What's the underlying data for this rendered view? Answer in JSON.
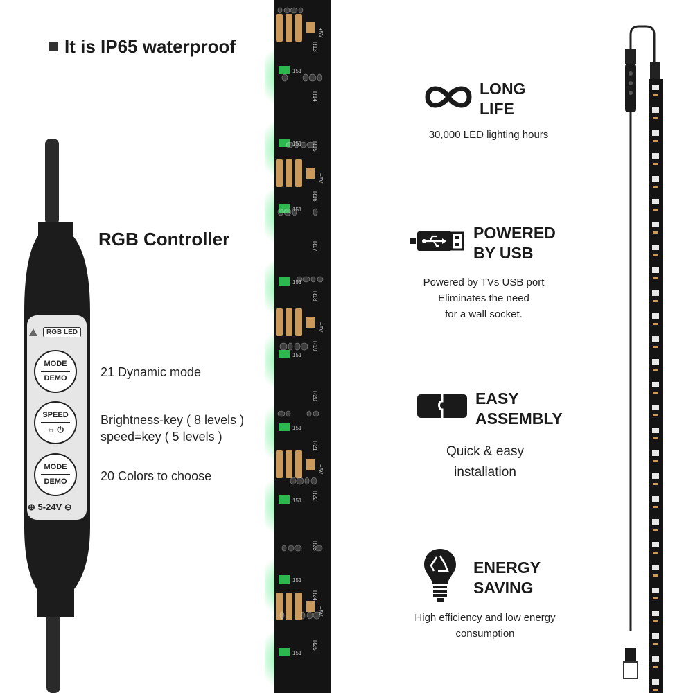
{
  "headline": "It is IP65 waterproof",
  "controller": {
    "title": "RGB Controller",
    "label": "RGB LED",
    "button_top_line1": "MODE",
    "button_top_line2": "DEMO",
    "button_mid_line1": "SPEED",
    "button_bot_line1": "MODE",
    "button_bot_line2": "DEMO",
    "voltage": "5-24V",
    "features": {
      "dynamic": "21 Dynamic mode",
      "brightness": "Brightness-key ( 8 levels )",
      "speed": "speed=key ( 5 levels )",
      "colors": "20 Colors to choose"
    }
  },
  "features": [
    {
      "title_1": "LONG",
      "title_2": "LIFE",
      "desc": "30,000 LED lighting hours",
      "icon": "infinity-icon"
    },
    {
      "title_1": "POWERED",
      "title_2": "BY USB",
      "desc_1": "Powered by TVs USB port",
      "desc_2": "Eliminates the need",
      "desc_3": "for a wall socket.",
      "icon": "usb-plug-icon"
    },
    {
      "title_1": "EASY",
      "title_2": "ASSEMBLY",
      "desc_1": "Quick & easy",
      "desc_2": "installation",
      "icon": "puzzle-icon"
    },
    {
      "title_1": "ENERGY",
      "title_2": "SAVING",
      "desc_1": "High efficiency and low energy",
      "desc_2": "consumption",
      "icon": "recycle-bulb-icon"
    }
  ],
  "strip": {
    "pad_label": "+5V",
    "resistor_labels": [
      "R13",
      "R14",
      "R15",
      "R16",
      "R17",
      "R18",
      "R19",
      "R20",
      "R21",
      "R22",
      "R23",
      "R24",
      "R25"
    ],
    "led_code": "151"
  },
  "colors": {
    "glow": "#3fd26a",
    "strip": "#141414",
    "pad": "#c99a5b"
  }
}
